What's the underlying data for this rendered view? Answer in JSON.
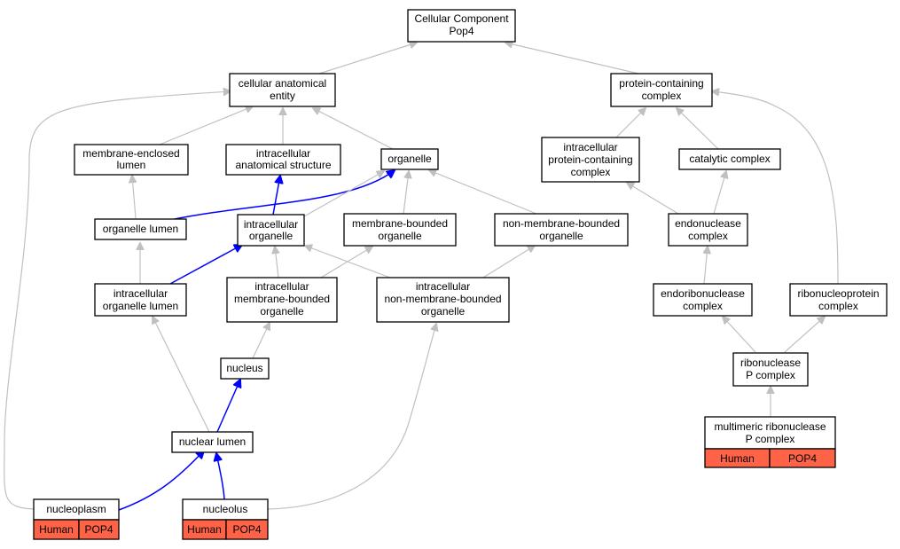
{
  "colors": {
    "edge_default": "#c0c0c0",
    "edge_highlight": "#0000ff",
    "annotation_fill": "#ff6347"
  },
  "nodes": {
    "root": {
      "lines": [
        "Cellular Component",
        "Pop4"
      ]
    },
    "cellular_anatomical_entity": {
      "lines": [
        "cellular anatomical",
        "entity"
      ]
    },
    "protein_containing_complex": {
      "lines": [
        "protein-containing",
        "complex"
      ]
    },
    "membrane_enclosed_lumen": {
      "lines": [
        "membrane-enclosed",
        "lumen"
      ]
    },
    "intracellular_anatomical_structure": {
      "lines": [
        "intracellular",
        "anatomical structure"
      ]
    },
    "organelle": {
      "lines": [
        "organelle"
      ]
    },
    "intracellular_protein_containing_complex": {
      "lines": [
        "intracellular",
        "protein-containing",
        "complex"
      ]
    },
    "catalytic_complex": {
      "lines": [
        "catalytic complex"
      ]
    },
    "organelle_lumen": {
      "lines": [
        "organelle lumen"
      ]
    },
    "intracellular_organelle": {
      "lines": [
        "intracellular",
        "organelle"
      ]
    },
    "membrane_bounded_organelle": {
      "lines": [
        "membrane-bounded",
        "organelle"
      ]
    },
    "non_membrane_bounded_organelle": {
      "lines": [
        "non-membrane-bounded",
        "organelle"
      ]
    },
    "endonuclease_complex": {
      "lines": [
        "endonuclease",
        "complex"
      ]
    },
    "intracellular_organelle_lumen": {
      "lines": [
        "intracellular",
        "organelle lumen"
      ]
    },
    "intracellular_membrane_bounded_organelle": {
      "lines": [
        "intracellular",
        "membrane-bounded",
        "organelle"
      ]
    },
    "intracellular_non_membrane_bounded_organelle": {
      "lines": [
        "intracellular",
        "non-membrane-bounded",
        "organelle"
      ]
    },
    "endoribonuclease_complex": {
      "lines": [
        "endoribonuclease",
        "complex"
      ]
    },
    "ribonucleoprotein_complex": {
      "lines": [
        "ribonucleoprotein",
        "complex"
      ]
    },
    "nucleus": {
      "lines": [
        "nucleus"
      ]
    },
    "ribonuclease_p_complex": {
      "lines": [
        "ribonuclease",
        "P complex"
      ]
    },
    "nuclear_lumen": {
      "lines": [
        "nuclear lumen"
      ]
    },
    "multimeric_ribonuclease_p_complex": {
      "lines": [
        "multimeric ribonuclease",
        "P complex"
      ],
      "annotation": [
        "Human",
        "POP4"
      ]
    },
    "nucleoplasm": {
      "lines": [
        "nucleoplasm"
      ],
      "annotation": [
        "Human",
        "POP4"
      ]
    },
    "nucleolus": {
      "lines": [
        "nucleolus"
      ],
      "annotation": [
        "Human",
        "POP4"
      ]
    }
  },
  "edges": [
    {
      "from": "cellular_anatomical_entity",
      "to": "root",
      "highlight": false
    },
    {
      "from": "protein_containing_complex",
      "to": "root",
      "highlight": false
    },
    {
      "from": "membrane_enclosed_lumen",
      "to": "cellular_anatomical_entity",
      "highlight": false
    },
    {
      "from": "intracellular_anatomical_structure",
      "to": "cellular_anatomical_entity",
      "highlight": false
    },
    {
      "from": "organelle",
      "to": "cellular_anatomical_entity",
      "highlight": false
    },
    {
      "from": "nucleoplasm",
      "to": "cellular_anatomical_entity",
      "highlight": false
    },
    {
      "from": "intracellular_protein_containing_complex",
      "to": "protein_containing_complex",
      "highlight": false
    },
    {
      "from": "catalytic_complex",
      "to": "protein_containing_complex",
      "highlight": false
    },
    {
      "from": "ribonucleoprotein_complex",
      "to": "protein_containing_complex",
      "highlight": false
    },
    {
      "from": "organelle_lumen",
      "to": "membrane_enclosed_lumen",
      "highlight": false
    },
    {
      "from": "organelle_lumen",
      "to": "organelle",
      "highlight": true
    },
    {
      "from": "intracellular_organelle",
      "to": "intracellular_anatomical_structure",
      "highlight": true
    },
    {
      "from": "intracellular_organelle",
      "to": "organelle",
      "highlight": false
    },
    {
      "from": "membrane_bounded_organelle",
      "to": "organelle",
      "highlight": false
    },
    {
      "from": "non_membrane_bounded_organelle",
      "to": "organelle",
      "highlight": false
    },
    {
      "from": "intracellular_organelle_lumen",
      "to": "organelle_lumen",
      "highlight": false
    },
    {
      "from": "intracellular_organelle_lumen",
      "to": "intracellular_organelle",
      "highlight": true
    },
    {
      "from": "intracellular_membrane_bounded_organelle",
      "to": "intracellular_organelle",
      "highlight": false
    },
    {
      "from": "intracellular_membrane_bounded_organelle",
      "to": "membrane_bounded_organelle",
      "highlight": false
    },
    {
      "from": "intracellular_non_membrane_bounded_organelle",
      "to": "intracellular_organelle",
      "highlight": false
    },
    {
      "from": "intracellular_non_membrane_bounded_organelle",
      "to": "non_membrane_bounded_organelle",
      "highlight": false
    },
    {
      "from": "endonuclease_complex",
      "to": "intracellular_protein_containing_complex",
      "highlight": false
    },
    {
      "from": "endonuclease_complex",
      "to": "catalytic_complex",
      "highlight": false
    },
    {
      "from": "endoribonuclease_complex",
      "to": "endonuclease_complex",
      "highlight": false
    },
    {
      "from": "nucleus",
      "to": "intracellular_membrane_bounded_organelle",
      "highlight": false
    },
    {
      "from": "nuclear_lumen",
      "to": "intracellular_organelle_lumen",
      "highlight": false
    },
    {
      "from": "nuclear_lumen",
      "to": "nucleus",
      "highlight": true
    },
    {
      "from": "nucleoplasm",
      "to": "nuclear_lumen",
      "highlight": true
    },
    {
      "from": "nucleolus",
      "to": "nuclear_lumen",
      "highlight": true
    },
    {
      "from": "nucleolus",
      "to": "intracellular_non_membrane_bounded_organelle",
      "highlight": false
    },
    {
      "from": "ribonuclease_p_complex",
      "to": "endoribonuclease_complex",
      "highlight": false
    },
    {
      "from": "ribonuclease_p_complex",
      "to": "ribonucleoprotein_complex",
      "highlight": false
    },
    {
      "from": "multimeric_ribonuclease_p_complex",
      "to": "ribonuclease_p_complex",
      "highlight": false
    }
  ]
}
